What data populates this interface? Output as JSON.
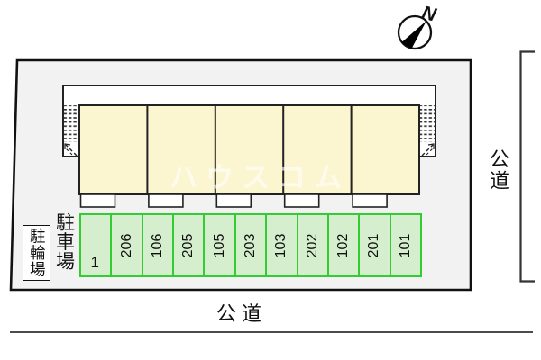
{
  "compass": {
    "label": "N"
  },
  "watermark": {
    "text": "ハウスコム"
  },
  "labels": {
    "bicycle_parking": "駐輪場",
    "parking_lot": "駐車場",
    "road_bottom": "公道",
    "road_right": "公道"
  },
  "parking": {
    "spaces": [
      "1",
      "206",
      "106",
      "205",
      "105",
      "203",
      "103",
      "202",
      "102",
      "201",
      "101"
    ]
  },
  "building": {
    "unit_count": 5
  },
  "colors": {
    "site_fill": "#f2f2f2",
    "unit_fill": "#fbf5d0",
    "parking_fill": "#d5eecd",
    "parking_border": "#33cc33",
    "line": "#1a1a1a"
  }
}
